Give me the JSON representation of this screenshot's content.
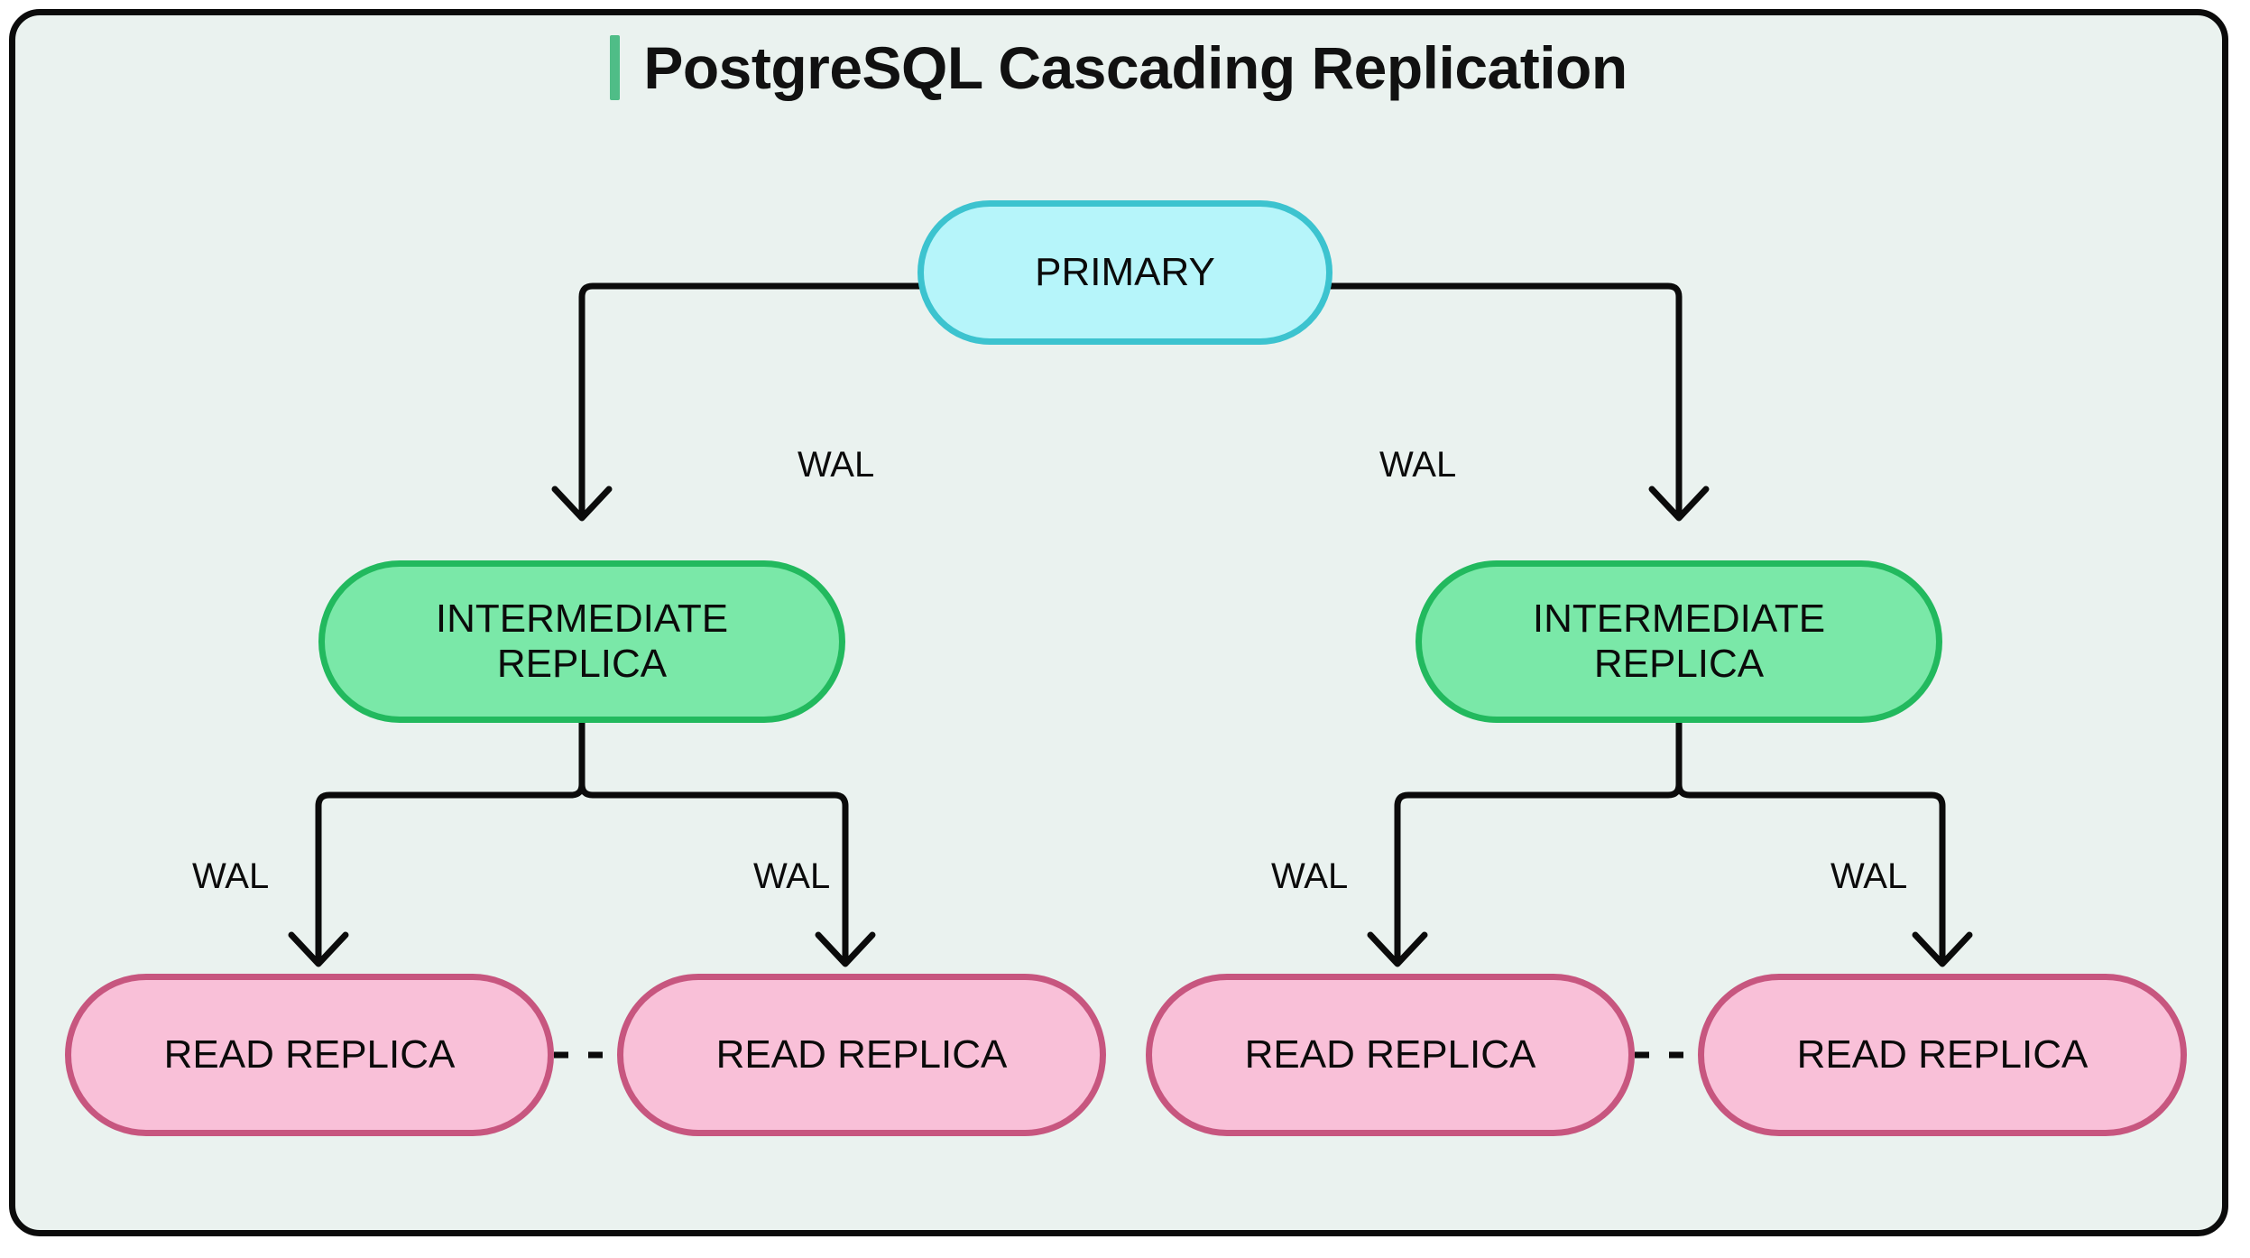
{
  "header": {
    "title": "PostgreSQL Cascading Replication",
    "accent_color": "#4fbd87"
  },
  "canvas": {
    "background_color": "#eaf2ef",
    "border_color": "#0b0b0b"
  },
  "diagram": {
    "type": "tree",
    "edge_style": "orthogonal-elbow-arrow",
    "nodes": [
      {
        "id": "primary",
        "label": "PRIMARY",
        "tier": "primary",
        "fill": "#b6f5fa",
        "stroke": "#3cc3cf"
      },
      {
        "id": "intermediate-left",
        "label": "INTERMEDIATE\nREPLICA",
        "line1": "INTERMEDIATE",
        "line2": "REPLICA",
        "tier": "intermediate",
        "fill": "#7ae8a8",
        "stroke": "#22b95e"
      },
      {
        "id": "intermediate-right",
        "label": "INTERMEDIATE\nREPLICA",
        "line1": "INTERMEDIATE",
        "line2": "REPLICA",
        "tier": "intermediate",
        "fill": "#7ae8a8",
        "stroke": "#22b95e"
      },
      {
        "id": "read-1",
        "label": "READ REPLICA",
        "tier": "read",
        "fill": "#f9c0d8",
        "stroke": "#c7567f"
      },
      {
        "id": "read-2",
        "label": "READ REPLICA",
        "tier": "read",
        "fill": "#f9c0d8",
        "stroke": "#c7567f"
      },
      {
        "id": "read-3",
        "label": "READ REPLICA",
        "tier": "read",
        "fill": "#f9c0d8",
        "stroke": "#c7567f"
      },
      {
        "id": "read-4",
        "label": "READ REPLICA",
        "tier": "read",
        "fill": "#f9c0d8",
        "stroke": "#c7567f"
      }
    ],
    "edges": [
      {
        "from": "primary",
        "to": "intermediate-left",
        "label": "WAL"
      },
      {
        "from": "primary",
        "to": "intermediate-right",
        "label": "WAL"
      },
      {
        "from": "intermediate-left",
        "to": "read-1",
        "label": "WAL"
      },
      {
        "from": "intermediate-left",
        "to": "read-2",
        "label": "WAL"
      },
      {
        "from": "intermediate-right",
        "to": "read-3",
        "label": "WAL"
      },
      {
        "from": "intermediate-right",
        "to": "read-4",
        "label": "WAL"
      }
    ],
    "sibling_links": [
      {
        "from": "read-1",
        "to": "read-2",
        "style": "dashed"
      },
      {
        "from": "read-3",
        "to": "read-4",
        "style": "dashed"
      }
    ]
  }
}
